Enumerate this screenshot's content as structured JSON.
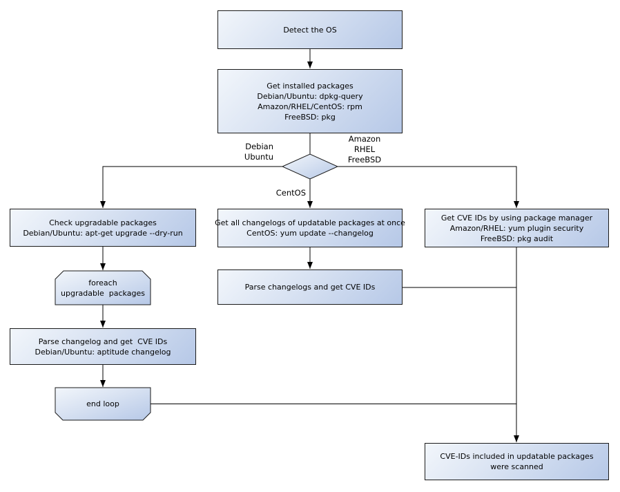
{
  "diagram": {
    "title_hint": "OS package vulnerability scan flowchart",
    "colors": {
      "node_gradient_start": "#f2f6fb",
      "node_gradient_end": "#b6c8e7",
      "node_border": "#1a1a1a",
      "connector": "#000000",
      "background": "#ffffff"
    }
  },
  "nodes": {
    "detect_os": {
      "lines": [
        "Detect the OS"
      ]
    },
    "get_installed_packages": {
      "lines": [
        "Get installed packages",
        "Debian/Ubuntu: dpkg-query",
        "Amazon/RHEL/CentOS: rpm",
        "FreeBSD: pkg"
      ]
    },
    "check_upgradable": {
      "lines": [
        "Check upgradable packages",
        "Debian/Ubuntu: apt-get upgrade --dry-run"
      ]
    },
    "get_all_changelogs": {
      "lines": [
        "Get all changelogs of updatable packages at once",
        "CentOS: yum update --changelog"
      ]
    },
    "get_cve_ids": {
      "lines": [
        "Get CVE IDs by using package manager",
        "Amazon/RHEL: yum plugin security",
        "FreeBSD: pkg audit"
      ]
    },
    "foreach_loop": {
      "lines": [
        "foreach",
        "upgradable  packages"
      ]
    },
    "parse_changelogs": {
      "lines": [
        "Parse changelogs and get CVE IDs"
      ]
    },
    "parse_changelog_debian": {
      "lines": [
        "Parse changelog and get  CVE IDs",
        "Debian/Ubuntu: aptitude changelog"
      ]
    },
    "end_loop": {
      "lines": [
        "end loop"
      ]
    },
    "scan_result": {
      "lines": [
        "CVE-IDs included in updatable packages",
        "were scanned"
      ]
    }
  },
  "edge_labels": {
    "debian_ubuntu": {
      "lines": [
        "Debian",
        "Ubuntu"
      ]
    },
    "amazon_rhel_freebsd": {
      "lines": [
        "Amazon",
        "RHEL",
        "FreeBSD"
      ]
    },
    "centos": {
      "lines": [
        "CentOS"
      ]
    }
  }
}
